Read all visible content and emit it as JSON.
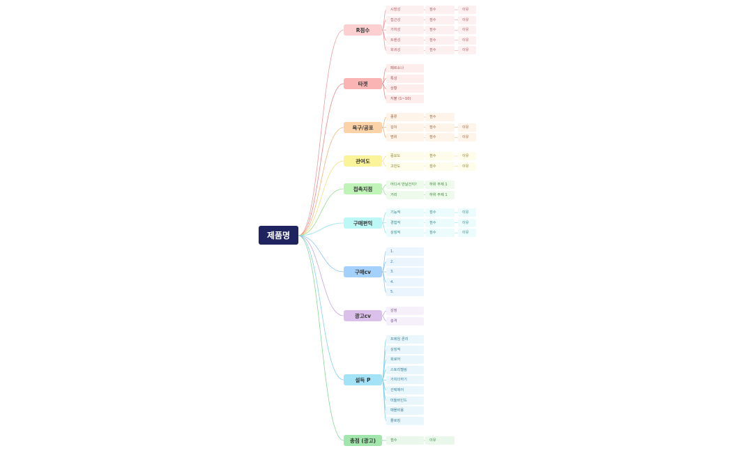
{
  "root": {
    "label": "제품명",
    "color": "#1f2460"
  },
  "branches": [
    {
      "id": "r-score",
      "label": "R점수",
      "color": "#f29a9f",
      "fill": "#fccfd1",
      "leaf_fill": "#fdf0f1",
      "text": "#b05a60",
      "children": [
        {
          "label": "시장성",
          "children": [
            {
              "label": "점수",
              "children": [
                {
                  "label": "이유"
                }
              ]
            }
          ]
        },
        {
          "label": "접근성",
          "children": [
            {
              "label": "점수",
              "children": [
                {
                  "label": "이유"
                }
              ]
            }
          ]
        },
        {
          "label": "가치성",
          "children": [
            {
              "label": "점수",
              "children": [
                {
                  "label": "이유"
                }
              ]
            }
          ]
        },
        {
          "label": "트렌성",
          "children": [
            {
              "label": "점수",
              "children": [
                {
                  "label": "이유"
                }
              ]
            }
          ]
        },
        {
          "label": "희귀성",
          "children": [
            {
              "label": "점수",
              "children": [
                {
                  "label": "이유"
                }
              ]
            }
          ]
        }
      ]
    },
    {
      "id": "target",
      "label": "타겟",
      "color": "#ef8686",
      "fill": "#fbb4b4",
      "leaf_fill": "#fdeded",
      "text": "#a84e4e",
      "children": [
        {
          "label": "페르소나"
        },
        {
          "label": "특성"
        },
        {
          "label": "상황"
        },
        {
          "label": "지불 (1~10)"
        }
      ]
    },
    {
      "id": "desire",
      "label": "욕구/공포",
      "color": "#f5b27a",
      "fill": "#fcd2a9",
      "leaf_fill": "#fef4ea",
      "text": "#a0663a",
      "children": [
        {
          "label": "종류",
          "children": [
            {
              "label": "점수"
            }
          ]
        },
        {
          "label": "깊이",
          "children": [
            {
              "label": "점수",
              "children": [
                {
                  "label": "이유"
                }
              ]
            }
          ]
        },
        {
          "label": "범위",
          "children": [
            {
              "label": "점수",
              "children": [
                {
                  "label": "이유"
                }
              ]
            }
          ]
        }
      ]
    },
    {
      "id": "involvement",
      "label": "관여도",
      "color": "#f3e27a",
      "fill": "#fbf49a",
      "leaf_fill": "#fefcea",
      "text": "#8c7f2a",
      "children": [
        {
          "label": "중요도",
          "children": [
            {
              "label": "점수",
              "children": [
                {
                  "label": "이유"
                }
              ]
            }
          ]
        },
        {
          "label": "고민도",
          "children": [
            {
              "label": "점수",
              "children": [
                {
                  "label": "이유"
                }
              ]
            }
          ]
        }
      ]
    },
    {
      "id": "touchpoint",
      "label": "접촉지점",
      "color": "#93dd8e",
      "fill": "#bff3b8",
      "leaf_fill": "#eefbec",
      "text": "#3e8a38",
      "children": [
        {
          "label": "어디서 만날건지?",
          "children": [
            {
              "label": "하위 주제 1"
            }
          ]
        },
        {
          "label": "거리",
          "children": [
            {
              "label": "하위 주제 1"
            }
          ]
        }
      ]
    },
    {
      "id": "benefit",
      "label": "구매편익",
      "color": "#8ee7ea",
      "fill": "#bdf8f7",
      "leaf_fill": "#ecfcfc",
      "text": "#328a8e",
      "children": [
        {
          "label": "기능적",
          "children": [
            {
              "label": "점수",
              "children": [
                {
                  "label": "이유"
                }
              ]
            }
          ]
        },
        {
          "label": "경험적",
          "children": [
            {
              "label": "점수",
              "children": [
                {
                  "label": "이유"
                }
              ]
            }
          ]
        },
        {
          "label": "상징적",
          "children": [
            {
              "label": "점수",
              "children": [
                {
                  "label": "이유"
                }
              ]
            }
          ]
        }
      ]
    },
    {
      "id": "purchase-cv",
      "label": "구매cv",
      "color": "#8ec5f2",
      "fill": "#a3d1fb",
      "leaf_fill": "#eaf5fe",
      "text": "#3f78a8",
      "children": [
        {
          "label": "1."
        },
        {
          "label": "2."
        },
        {
          "label": "3."
        },
        {
          "label": "4."
        },
        {
          "label": "5."
        }
      ]
    },
    {
      "id": "ad-cv",
      "label": "광고cv",
      "color": "#c6a6df",
      "fill": "#dcc0ec",
      "leaf_fill": "#f6f0fa",
      "text": "#7c5a98",
      "children": [
        {
          "label": "감정"
        },
        {
          "label": "충격"
        }
      ]
    },
    {
      "id": "persuasion",
      "label": "설득 P",
      "color": "#7fd3ef",
      "fill": "#a4e2f7",
      "leaf_fill": "#e9f7fd",
      "text": "#357e98",
      "children": [
        {
          "label": "프레임 론리"
        },
        {
          "label": "상징적"
        },
        {
          "label": "희로어"
        },
        {
          "label": "스토리텔링"
        },
        {
          "label": "가치더하기"
        },
        {
          "label": "선택제어"
        },
        {
          "label": "미들바인드"
        },
        {
          "label": "매몰비용"
        },
        {
          "label": "플로킹"
        }
      ]
    },
    {
      "id": "overall",
      "label": "총점 (광고)",
      "color": "#86d796",
      "fill": "#a3e6ad",
      "leaf_fill": "#eaf8ec",
      "text": "#3e8a48",
      "children": [
        {
          "label": "점수",
          "children": [
            {
              "label": "이유"
            }
          ]
        }
      ]
    }
  ]
}
